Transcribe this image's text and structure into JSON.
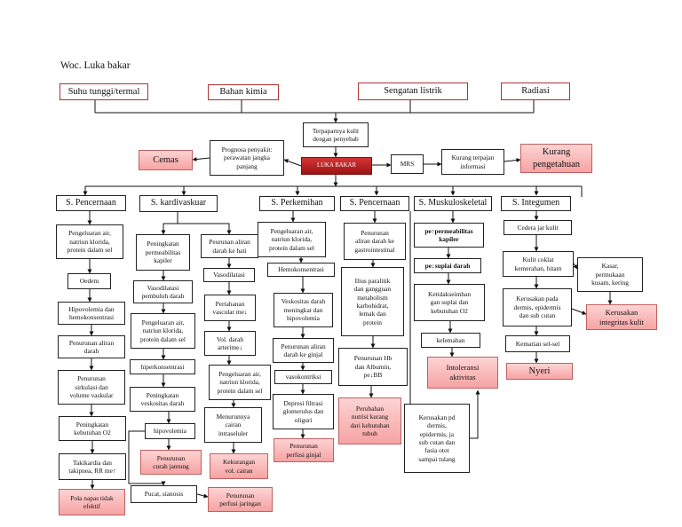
{
  "title": "Woc. Luka bakar",
  "causes": [
    "Suhu tunggi/termal",
    "Bahan kimia",
    "Sengatan listrik",
    "Radiasi"
  ],
  "center": {
    "exposure": "Terpaparnya kulit\ndengan penyebab",
    "main": "LUKA BAKAR",
    "prognosis": "Prognosa penyakit:\nperawatan  jangka\npanjang",
    "anxiety": "Cemas",
    "mrs": "MRS",
    "info": "Kurang terpajan\ninformasi",
    "knowledge": "Kurang\npengetahuan"
  },
  "systems": [
    "S. Pencernaan",
    "S. kardivaskuar",
    "S. Perkemihan",
    "S. Pencernaan",
    "S. Muskuloskeletal",
    "S. Integumen"
  ],
  "col1": [
    "Pengeluaran air,\nnatriun klorida,\nprotein dalam sel",
    "Oedem",
    "Hipovolemia dan\nhemokonsentrasi",
    "Penurunan aliran\ndarah",
    "Penurunan\nsirkulasi dan\nvolume vaskular",
    "Peningkatan\nkebutuhan O2",
    "Takikardia dan\ntakipnea, RR me↑",
    "Pola napas tidak\nefektif"
  ],
  "col2a": [
    "Peningkatan\npermeabilitas\nkapiler",
    "Vasodilatasi\npembuluh darah",
    "Pengeluaran air,\nnatriun klorida,\nprotein dalam sel",
    "hiperkonsentrasi",
    "Peningkatan\nveskositas darah",
    "hipovolemia",
    "Penurunan\ncurah jantung",
    "Pucat, sianosis",
    "Penurunan\nperfusi jaringan"
  ],
  "col2b": [
    "Peurunan aliran\ndarah ke hati",
    "Vasodilatasi",
    "Pertahanan\nvascular me↓",
    "Vol. darah\narterime↓",
    "Pengeluaran air,\nnatriun klorida,\nprotein dalam sel",
    "Menurunnya\ncairan\nintraseluler",
    "Kekurangan\nvol. cairan"
  ],
  "col3": [
    "Pengeluaran air,\nnatriun klorida,\nprotein dalam sel",
    "Hemokonsentrasi",
    "Veskositas darah\nmeningkat dan\nhipovolemia",
    "Penurunan aliran\ndarah ke ginjal",
    "vasokontriksi",
    "Depresi filtrasi\nglomerulus dan\noliguri",
    "Penurunan\nperfusi ginjal"
  ],
  "col4": [
    "Penurunan\naliran darah ke\ngastrointestinal",
    "Ilius paralitik\ndan gangguan\nmetabolism\nkarbohidrat,\nlemak dan\nprotein",
    "Penurunan Hb\ndan Albumin,\npe↓BB",
    "Perubahan\nnutrisi kurang\ndari kebutuhan\ntubuh"
  ],
  "col5": [
    "pe↑permeabilitas\nkapiler",
    "pe↓suplai darah",
    "Ketidakseimban\ngan suplai dan\nkebutuhan O2",
    "kelemahan",
    "Intoleransi\naktivitas",
    "Kerusakan pd\ndermis,\nepidermis, ja\nsub cutan dan\nfasia otot\nsampai tulang"
  ],
  "col6": [
    "Cedera jar kulit",
    "Kulit coklat\nkemerahan, hitam",
    "Kasar,\npermukaan\nkusam, kering",
    "Kerusakan pada\ndermis, epidermis\ndan sub cutan",
    "Kerusakan\nintegritas kulit",
    "Kematian sel-sel",
    "Nyeri"
  ]
}
